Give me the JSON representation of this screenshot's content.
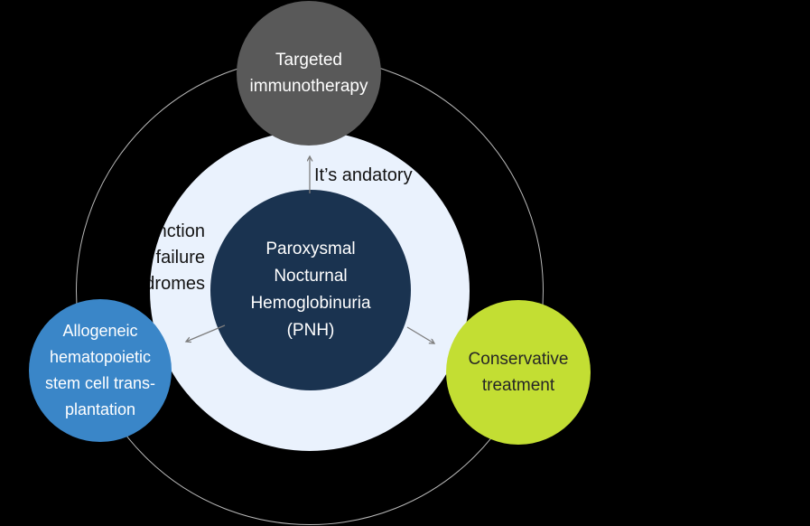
{
  "diagram": {
    "background_color": "#000000",
    "outer_ring_color": "#b8b8b8",
    "halo_color": "#eaf2fd",
    "arrow_color": "#7d7d7d",
    "center_node": {
      "id": "pnh",
      "label": "Paroxysmal\nNocturnal\nHemoglobinuria\n(PNH)",
      "color": "#1a3350",
      "text_color": "#ffffff"
    },
    "nodes": [
      {
        "id": "targeted-immunotherapy",
        "label": "Targeted\nimmunotherapy",
        "color": "#595959",
        "text_color": "#ffffff",
        "position": "top"
      },
      {
        "id": "allogeneic-hsct",
        "label": "Allogeneic\nhematopoietic\nstem cell trans-\nplantation",
        "color": "#3a86c8",
        "text_color": "#ffffff",
        "position": "bottom-left"
      },
      {
        "id": "conservative-treatment",
        "label": "Conservative\ntreatment",
        "color": "#c3de33",
        "text_color": "#262626",
        "position": "bottom-right"
      }
    ],
    "annotations": [
      {
        "id": "mandatory-note",
        "text": "It’s andatory"
      },
      {
        "id": "clipped-left-text",
        "text": "nction\nfailure\ndromes"
      }
    ]
  }
}
